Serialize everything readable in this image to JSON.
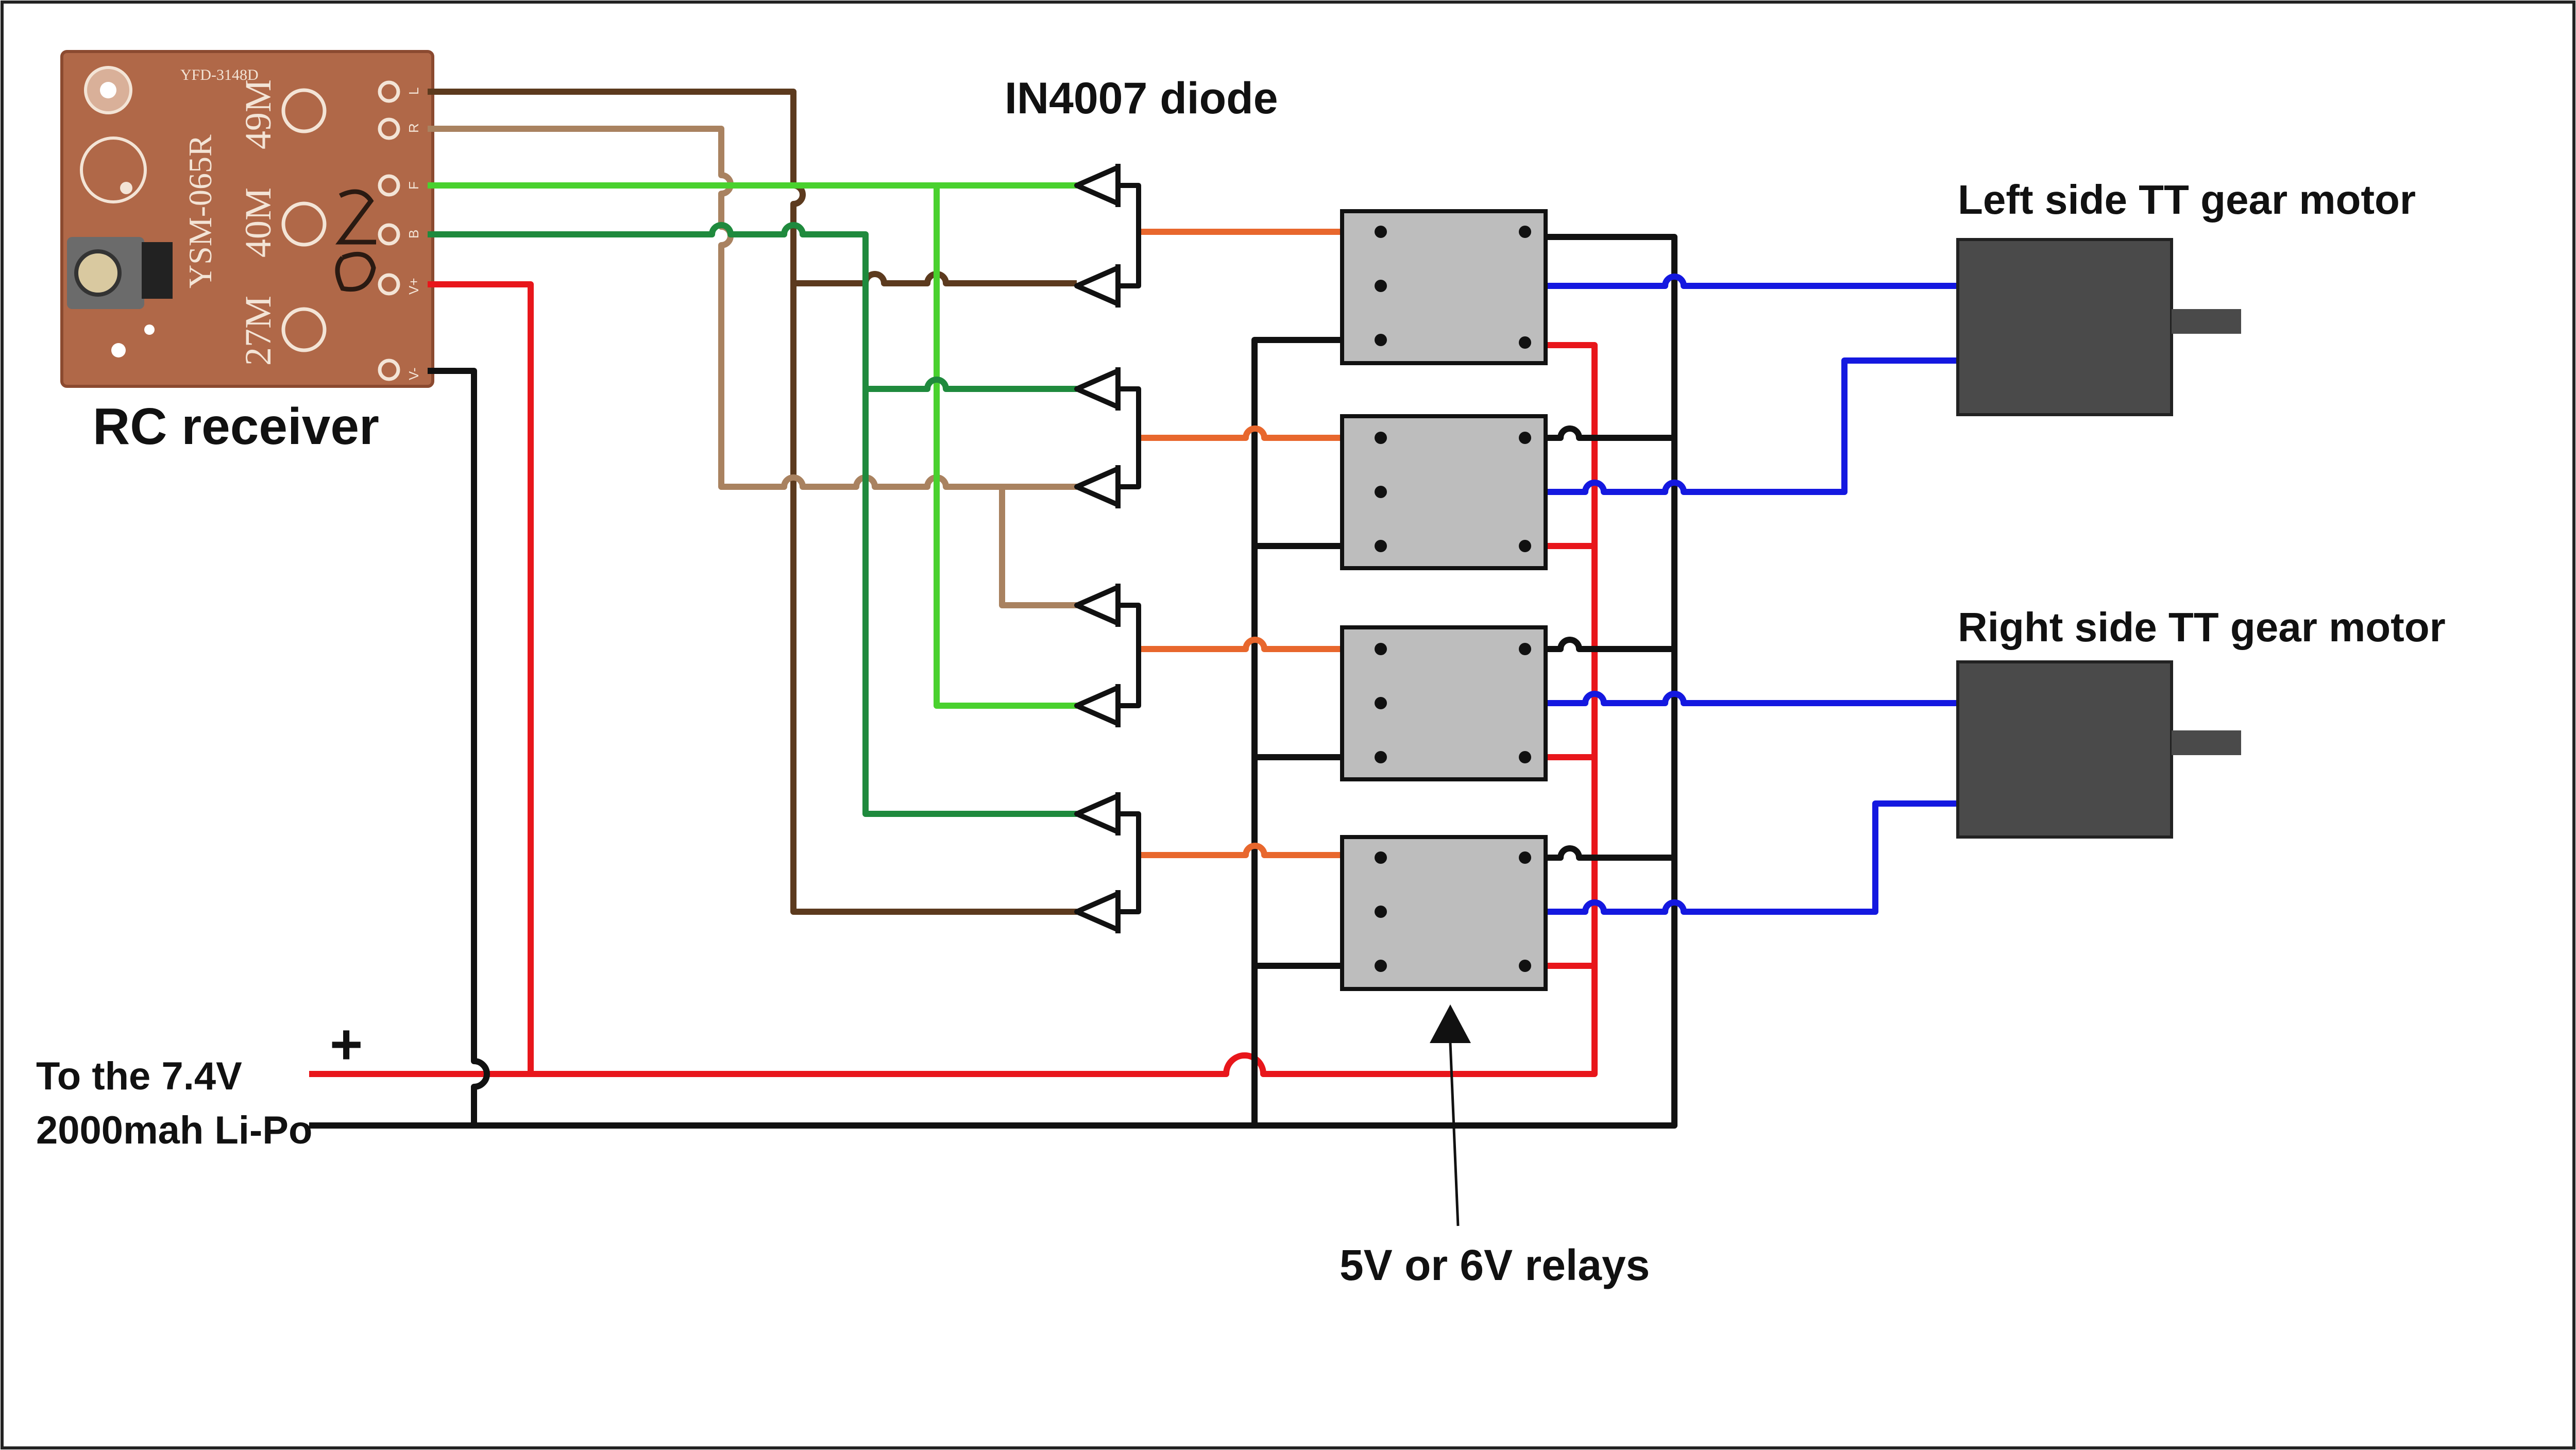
{
  "labels": {
    "diode": "IN4007 diode",
    "receiver": "RC receiver",
    "left_motor": "Left side TT gear motor",
    "right_motor": "Right side TT gear motor",
    "relays": "5V or 6V relays",
    "battery_line1": "To the 7.4V",
    "battery_line2": "2000mah Li-Po",
    "plus": "+"
  },
  "pcb": {
    "model": "YSM-065R",
    "freq_top": "49M",
    "freq_mid": "40M",
    "freq_bottom": "27M",
    "code": "YFD-3148D",
    "pins": [
      "L",
      "R",
      "F",
      "B",
      "V+",
      "V-"
    ]
  },
  "colors": {
    "black": "#111111",
    "red": "#e8161b",
    "light_brown": "#a98260",
    "dark_brown": "#5c3a1e",
    "light_green": "#49d12e",
    "dark_green": "#1f8a3d",
    "orange": "#e8672d",
    "blue": "#1418e0",
    "relay_fill": "#bdbdbd",
    "motor_fill": "#4a4a4a",
    "pcb_fill": "#b06848"
  },
  "icons": [
    "diode-symbol-icon",
    "arrow-up-icon"
  ]
}
